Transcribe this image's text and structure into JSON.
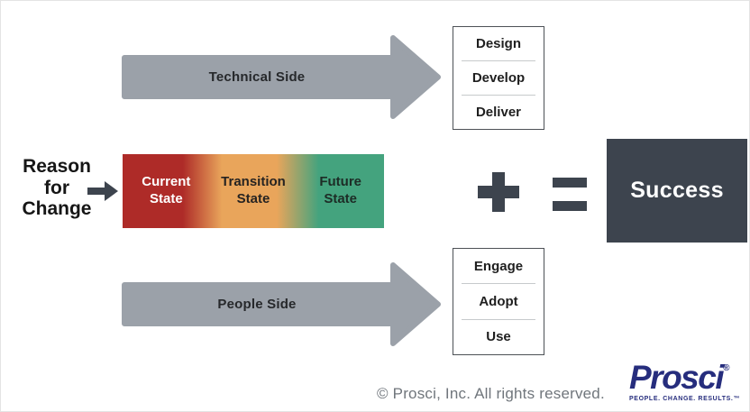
{
  "reason": {
    "label": "Reason\nfor\nChange"
  },
  "technical": {
    "arrow_label": "Technical Side",
    "outcomes": [
      "Design",
      "Develop",
      "Deliver"
    ]
  },
  "people": {
    "arrow_label": "People Side",
    "outcomes": [
      "Engage",
      "Adopt",
      "Use"
    ]
  },
  "states": [
    {
      "label": "Current\nState",
      "color": "#ae2b28",
      "text_color": "#ffffff"
    },
    {
      "label": "Transition\nState",
      "color": "#e9a55b",
      "text_color": "#262321"
    },
    {
      "label": "Future\nState",
      "color": "#44a37e",
      "text_color": "#1d2c26"
    }
  ],
  "operators": {
    "plus": "+",
    "equals": "="
  },
  "result": {
    "label": "Success",
    "bg": "#3d444e"
  },
  "footer": {
    "copyright": "© Prosci, Inc. All rights reserved."
  },
  "logo": {
    "wordmark": "Prosci",
    "registered": "®",
    "tagline": "PEOPLE. CHANGE. RESULTS.™",
    "color": "#262d7d"
  },
  "colors": {
    "arrow_gray": "#9ba1a9",
    "dark_slate": "#3d444e"
  }
}
